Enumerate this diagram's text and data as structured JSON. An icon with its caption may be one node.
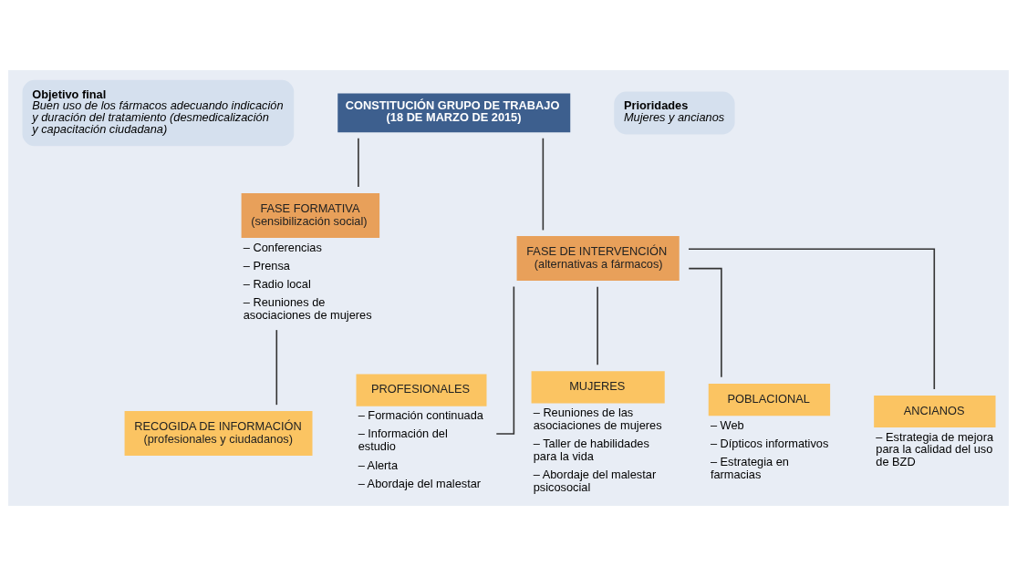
{
  "diagram": {
    "nodes": [
      {
        "text": [
          "CONSTITUCIÓN GRUPO DE TRABAJO (18 DE MARZO DE 2015)"
        ]
      },
      {
        "text": [
          "Objetivo final",
          "Buen uso de los fármacos adecuando indicación y duración del tratamiento (desmedicalización y capacitación ciudadana)"
        ]
      },
      {
        "text": [
          "Prioridades",
          "Mujeres y ancianos"
        ]
      },
      {
        "text": [
          "FASE FORMATIVA (sensibilización social)"
        ],
        "beside": [
          "– Conferencias",
          "– Prensa",
          "– Radio local",
          "– Reuniones de asociaciones de mujeres"
        ]
      },
      {
        "text": [
          "FASE DE INTERVENCIÓN (alternativas a fármacos)"
        ]
      },
      {
        "text": [
          "RECOGIDA DE INFORMACIÓN (profesionales y ciudadanos)"
        ]
      },
      {
        "text": [
          "PROFESIONALES"
        ],
        "beside": [
          "– Formación continuada",
          "– Información del estudio",
          "– Alerta",
          "– Abordaje del malestar"
        ]
      },
      {
        "text": [
          "MUJERES"
        ],
        "beside": [
          "– Reuniones de las asociaciones de mujeres",
          "– Taller de habilidades para la vida",
          "– Abordaje del malestar psicosocial"
        ]
      },
      {
        "text": [
          "POBLACIONAL"
        ],
        "beside": [
          "– Web",
          "– Dípticos informativos",
          "– Estrategia en farmacias"
        ]
      },
      {
        "text": [
          "ANCIANOS"
        ],
        "beside": [
          "– Estrategia de mejora para la calidad del uso de BZD"
        ]
      }
    ],
    "edges": [
      {
        "from": 0,
        "to": 3,
        "arrow": "none"
      },
      {
        "from": 0,
        "to": 4,
        "arrow": "none"
      },
      {
        "from": 3,
        "to": 5,
        "arrow": "none"
      },
      {
        "from": 4,
        "to": 6,
        "arrow": "none"
      },
      {
        "from": 4,
        "to": 7,
        "arrow": "none"
      },
      {
        "from": 4,
        "to": 8,
        "arrow": "none"
      },
      {
        "from": 4,
        "to": 9,
        "arrow": "none"
      }
    ]
  }
}
